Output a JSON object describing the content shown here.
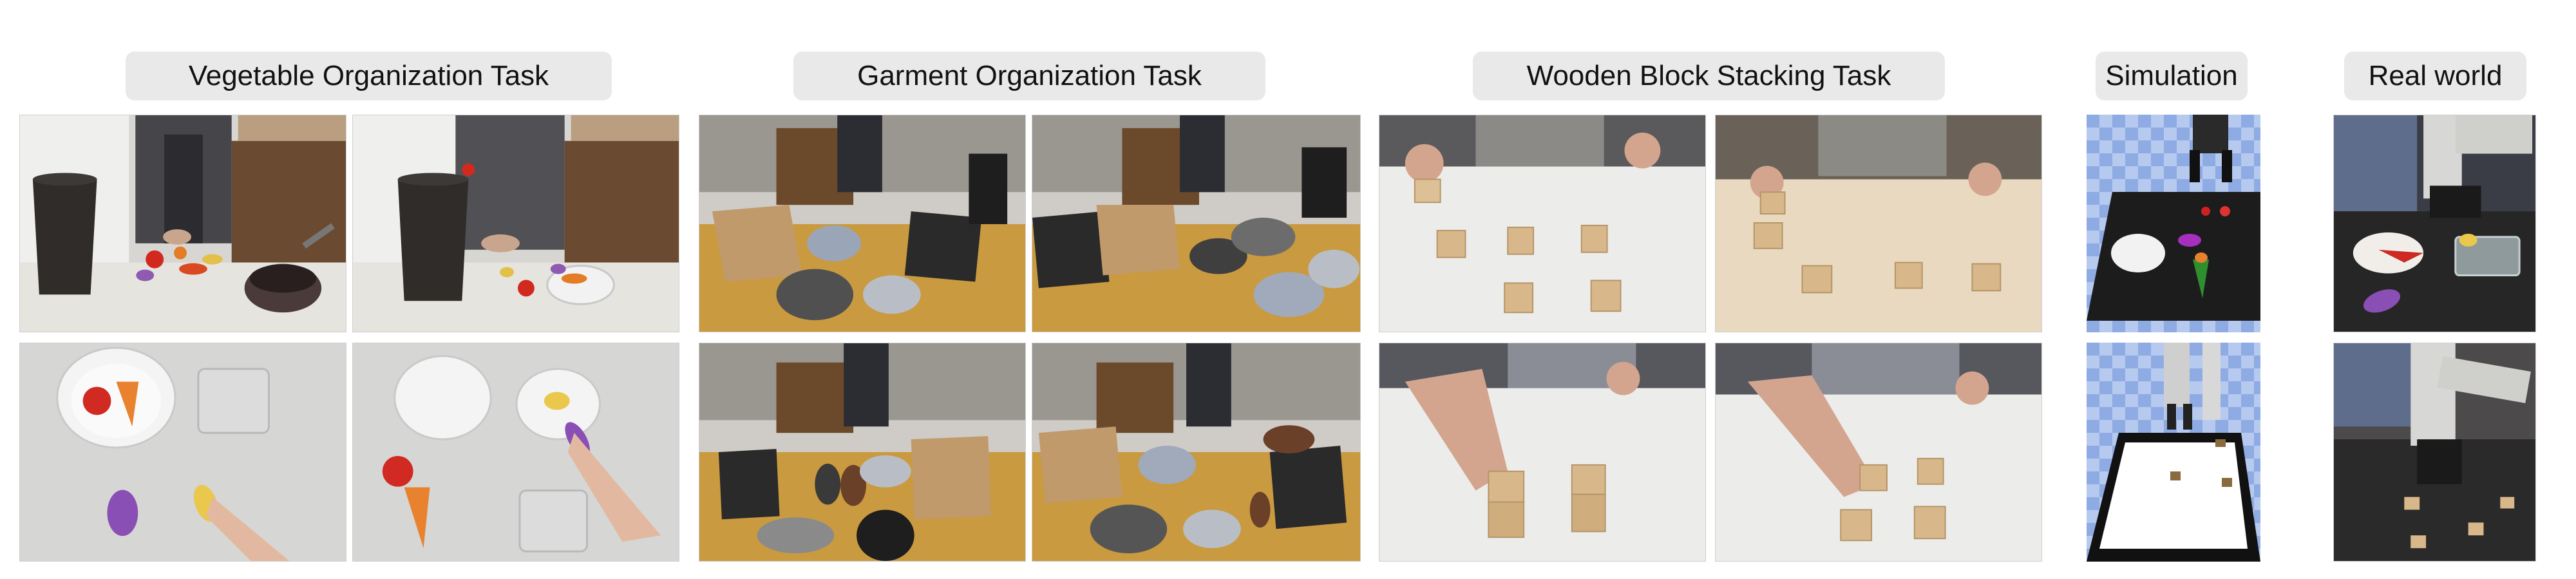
{
  "panels": {
    "vegetable": {
      "title": "Vegetable Organization Task",
      "photos": [
        "vegetable-kitchen-photo-1",
        "vegetable-kitchen-photo-2",
        "vegetable-tabletop-photo-1",
        "vegetable-tabletop-photo-2"
      ]
    },
    "garment": {
      "title": "Garment Organization Task",
      "photos": [
        "garment-photo-1",
        "garment-photo-2",
        "garment-photo-3",
        "garment-photo-4"
      ]
    },
    "blocks": {
      "title": "Wooden Block Stacking Task",
      "photos": [
        "blocks-photo-1",
        "blocks-photo-2",
        "blocks-photo-3",
        "blocks-photo-4"
      ]
    },
    "simulation": {
      "title": "Simulation",
      "photos": [
        "sim-vegetable-render",
        "sim-blocks-render"
      ]
    },
    "realworld": {
      "title": "Real world",
      "photos": [
        "real-vegetable-photo",
        "real-blocks-photo"
      ]
    }
  },
  "colors": {
    "pill_bg": "#e9e9e9",
    "counter_white": "#e7e5e2",
    "wood_table": "#c99a3f",
    "sim_floor_blue": "#9fb9e8",
    "sim_table_black": "#1c1c1c",
    "real_table_black": "#262626"
  }
}
